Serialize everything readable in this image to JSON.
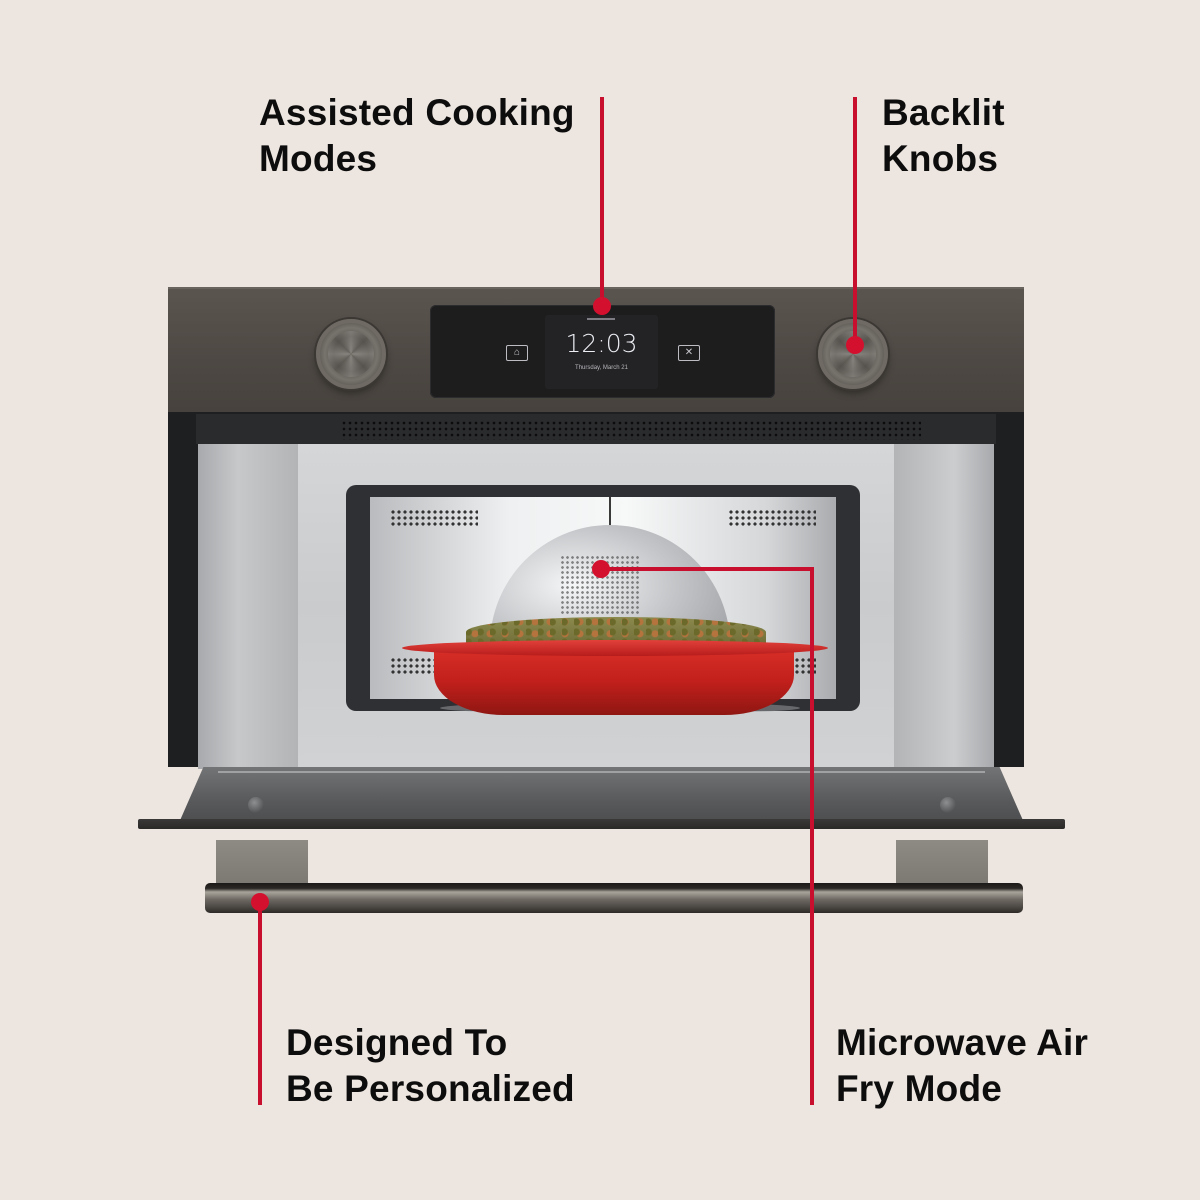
{
  "colors": {
    "background": "#ede5df",
    "callout_red": "#c8102e",
    "text": "#0d0d0d",
    "appliance_finish": "#514c47",
    "dish_red": "#c2201c"
  },
  "callouts": [
    {
      "id": "assisted-cooking",
      "line1": "Assisted Cooking",
      "line2": "Modes"
    },
    {
      "id": "backlit-knobs",
      "line1": "Backlit",
      "line2": "Knobs"
    },
    {
      "id": "personalized",
      "line1": "Designed To",
      "line2": "Be Personalized"
    },
    {
      "id": "air-fry",
      "line1": "Microwave Air",
      "line2": "Fry Mode"
    }
  ],
  "display": {
    "time": "12:03",
    "date": "Thursday, March 21",
    "left_icon": "home-icon",
    "left_glyph": "⌂",
    "right_icon": "close-icon",
    "right_glyph": "✕"
  }
}
